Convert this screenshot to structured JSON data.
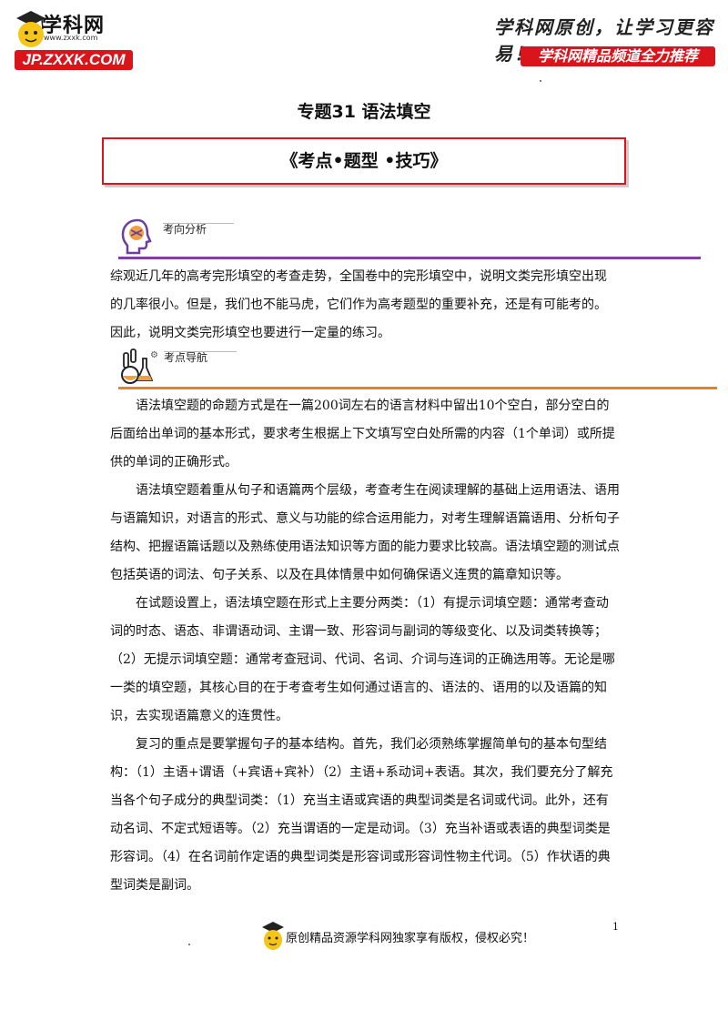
{
  "header": {
    "logo_cn": "学科网",
    "logo_url": "www.zxxk.com",
    "logo_badge": "JP.ZXXK.COM",
    "slogan": "学科网原创，让学习更容易！",
    "promo": "学科网精品频道全力推荐"
  },
  "title": "专题31  语法填空",
  "framed_title": "《考点•题型  •技巧》",
  "sections": {
    "analysis_label": "考向分析",
    "nav_label": "考点导航"
  },
  "analysis_text": [
    "综观近几年的高考完形填空的考查走势，全国卷中的完形填空中，说明文类完形填空出现",
    "的几率很小。但是，我们也不能马虎，它们作为高考题型的重要补充，还是有可能考的。",
    "因此，说明文类完形填空也要进行一定量的练习。"
  ],
  "paragraphs": [
    "语法填空题的命题方式是在一篇200词左右的语言材料中留出10个空白，部分空白的后面给出单词的基本形式，要求考生根据上下文填写空白处所需的内容（1个单词）或所提供的单词的正确形式。",
    "语法填空题着重从句子和语篇两个层级，考查考生在阅读理解的基础上运用语法、语用与语篇知识，对语言的形式、意义与功能的综合运用能力，对考生理解语篇语用、分析句子结构、把握语篇话题以及熟练使用语法知识等方面的能力要求比较高。语法填空题的测试点包括英语的词法、句子关系、以及在具体情景中如何确保语义连贯的篇章知识等。",
    "在试题设置上，语法填空题在形式上主要分两类：（1）有提示词填空题：通常考查动词的时态、语态、非谓语动词、主谓一致、形容词与副词的等级变化、以及词类转换等；（2）无提示词填空题：通常考查冠词、代词、名词、介词与连词的正确选用等。无论是哪一类的填空题，其核心目的在于考查考生如何通过语言的、语法的、语用的以及语篇的知识，去实现语篇意义的连贯性。",
    "复习的重点是要掌握句子的基本结构。首先，我们必须熟练掌握简单句的基本句型结构：（1）主语+谓语（+宾语+宾补）（2）主语+系动词+表语。其次，我们要充分了解充当各个句子成分的典型词类：（1）充当主语或宾语的典型词类是名词或代词。此外，还有动名词、不定式短语等。（2）充当谓语的一定是动词。（3）充当补语或表语的典型词类是形容词。（4）在名词前作定语的典型词类是形容词或形容词性物主代词。（5）作状语的典型词类是副词。"
  ],
  "footer": {
    "copyright": "原创精品资源学科网独家享有版权，侵权必究！",
    "page_number": "1"
  },
  "colors": {
    "brand_red": "#d9151b",
    "analysis_line": "#7e3fa6",
    "nav_line": "#e8821e"
  }
}
